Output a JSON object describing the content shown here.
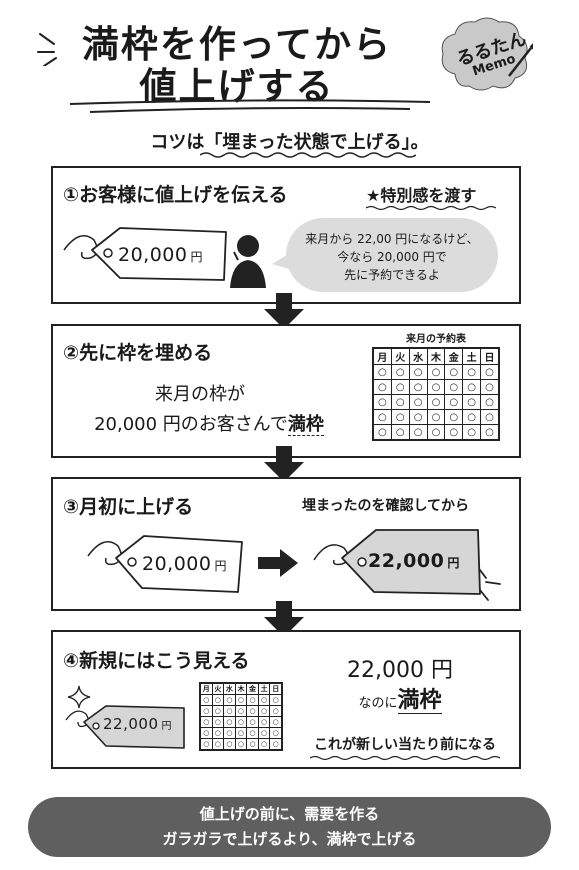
{
  "title": {
    "line1": "満枠を作ってから",
    "line2": "値上げする"
  },
  "memo": {
    "name": "るるたん",
    "label": "Memo"
  },
  "tip": "コツは「埋まった状態で上げる」。",
  "step1": {
    "title": "①お客様に値上げを伝える",
    "badge": "★特別感を渡す",
    "price": "20,000",
    "unit": "円",
    "bubble": [
      "来月から 22,00 円になるけど、",
      "今なら 20,000 円で",
      "先に予約できるよ"
    ]
  },
  "step2": {
    "title": "②先に枠を埋める",
    "line1": "来月の枠が",
    "line2_a": "20,000 円のお客さんで",
    "line2_b": "満枠",
    "calendar_title": "来月の予約表",
    "weekdays": [
      "月",
      "火",
      "水",
      "木",
      "金",
      "土",
      "日"
    ],
    "cell_mark": "○"
  },
  "step3": {
    "title": "③月初に上げる",
    "note": "埋まったのを確認してから",
    "old_price": "20,000",
    "new_price": "22,000",
    "unit": "円"
  },
  "step4": {
    "title": "④新規にはこう見える",
    "price": "22,000",
    "unit": "円",
    "big_price": "22,000 円",
    "line_a": "なのに",
    "line_b": "満枠",
    "footer": "これが新しい当たり前になる",
    "weekdays": [
      "月",
      "火",
      "水",
      "木",
      "金",
      "土",
      "日"
    ],
    "cell_mark": "○"
  },
  "banner": {
    "line1": "値上げの前に、需要を作る",
    "line2": "ガラガラで上げるより、満枠で上げる"
  }
}
